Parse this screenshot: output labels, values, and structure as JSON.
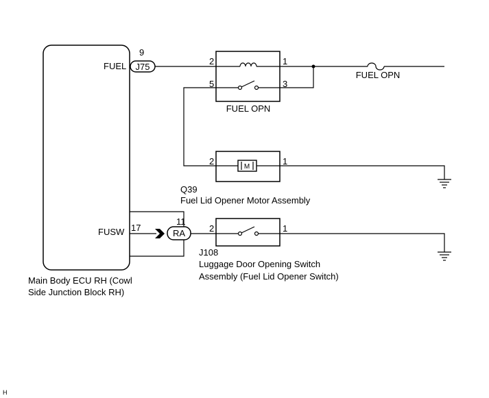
{
  "ecu": {
    "pin_fuel": "FUEL",
    "pin_fusw": "FUSW",
    "name_line1": "Main Body ECU RH (Cowl",
    "name_line2": "Side Junction Block RH)"
  },
  "connectors": {
    "j75": {
      "label": "J75",
      "pin": "9"
    },
    "ra": {
      "label": "RA",
      "pin": "11"
    },
    "fusw_pin": "17"
  },
  "relay": {
    "name": "FUEL OPN",
    "pins": {
      "coil_in": "2",
      "coil_out": "1",
      "sw_in": "5",
      "sw_out": "3"
    }
  },
  "fuse": {
    "name": "FUEL OPN"
  },
  "motor": {
    "symbol": "M",
    "pin_left": "2",
    "pin_right": "1",
    "id": "Q39",
    "name": "Fuel Lid Opener Motor Assembly"
  },
  "switch": {
    "pin_left": "2",
    "pin_right": "1",
    "id": "J108",
    "name_line1": "Luggage Door Opening Switch",
    "name_line2": "Assembly (Fuel Lid Opener Switch)"
  },
  "corner_mark": "H"
}
